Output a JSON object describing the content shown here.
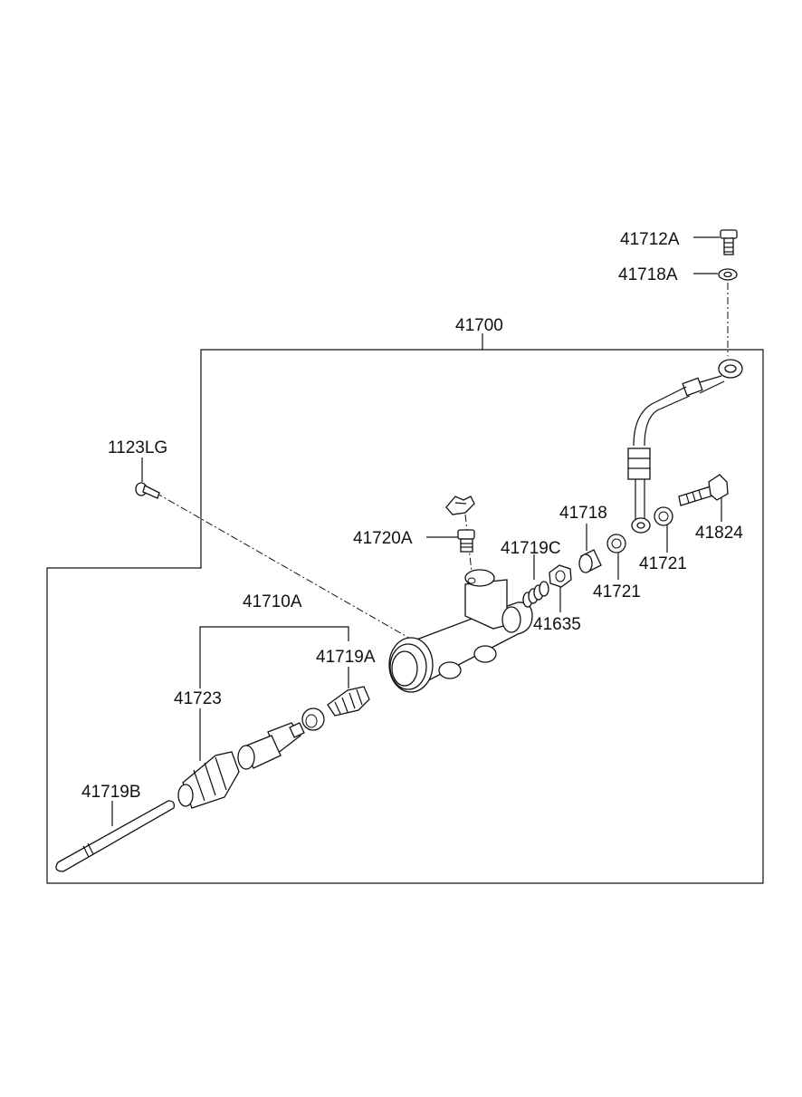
{
  "labels": {
    "assembly": "41700",
    "bolt_top": "41712A",
    "washer_top": "41718A",
    "bolt_left": "1123LG",
    "bleeder": "41720A",
    "spring": "41719C",
    "seat": "41718",
    "gasket_a": "41721",
    "gasket_b": "41721",
    "union_bolt": "41824",
    "nut": "41635",
    "kit": "41710A",
    "boot": "41719A",
    "piston": "41723",
    "push_rod": "41719B"
  }
}
